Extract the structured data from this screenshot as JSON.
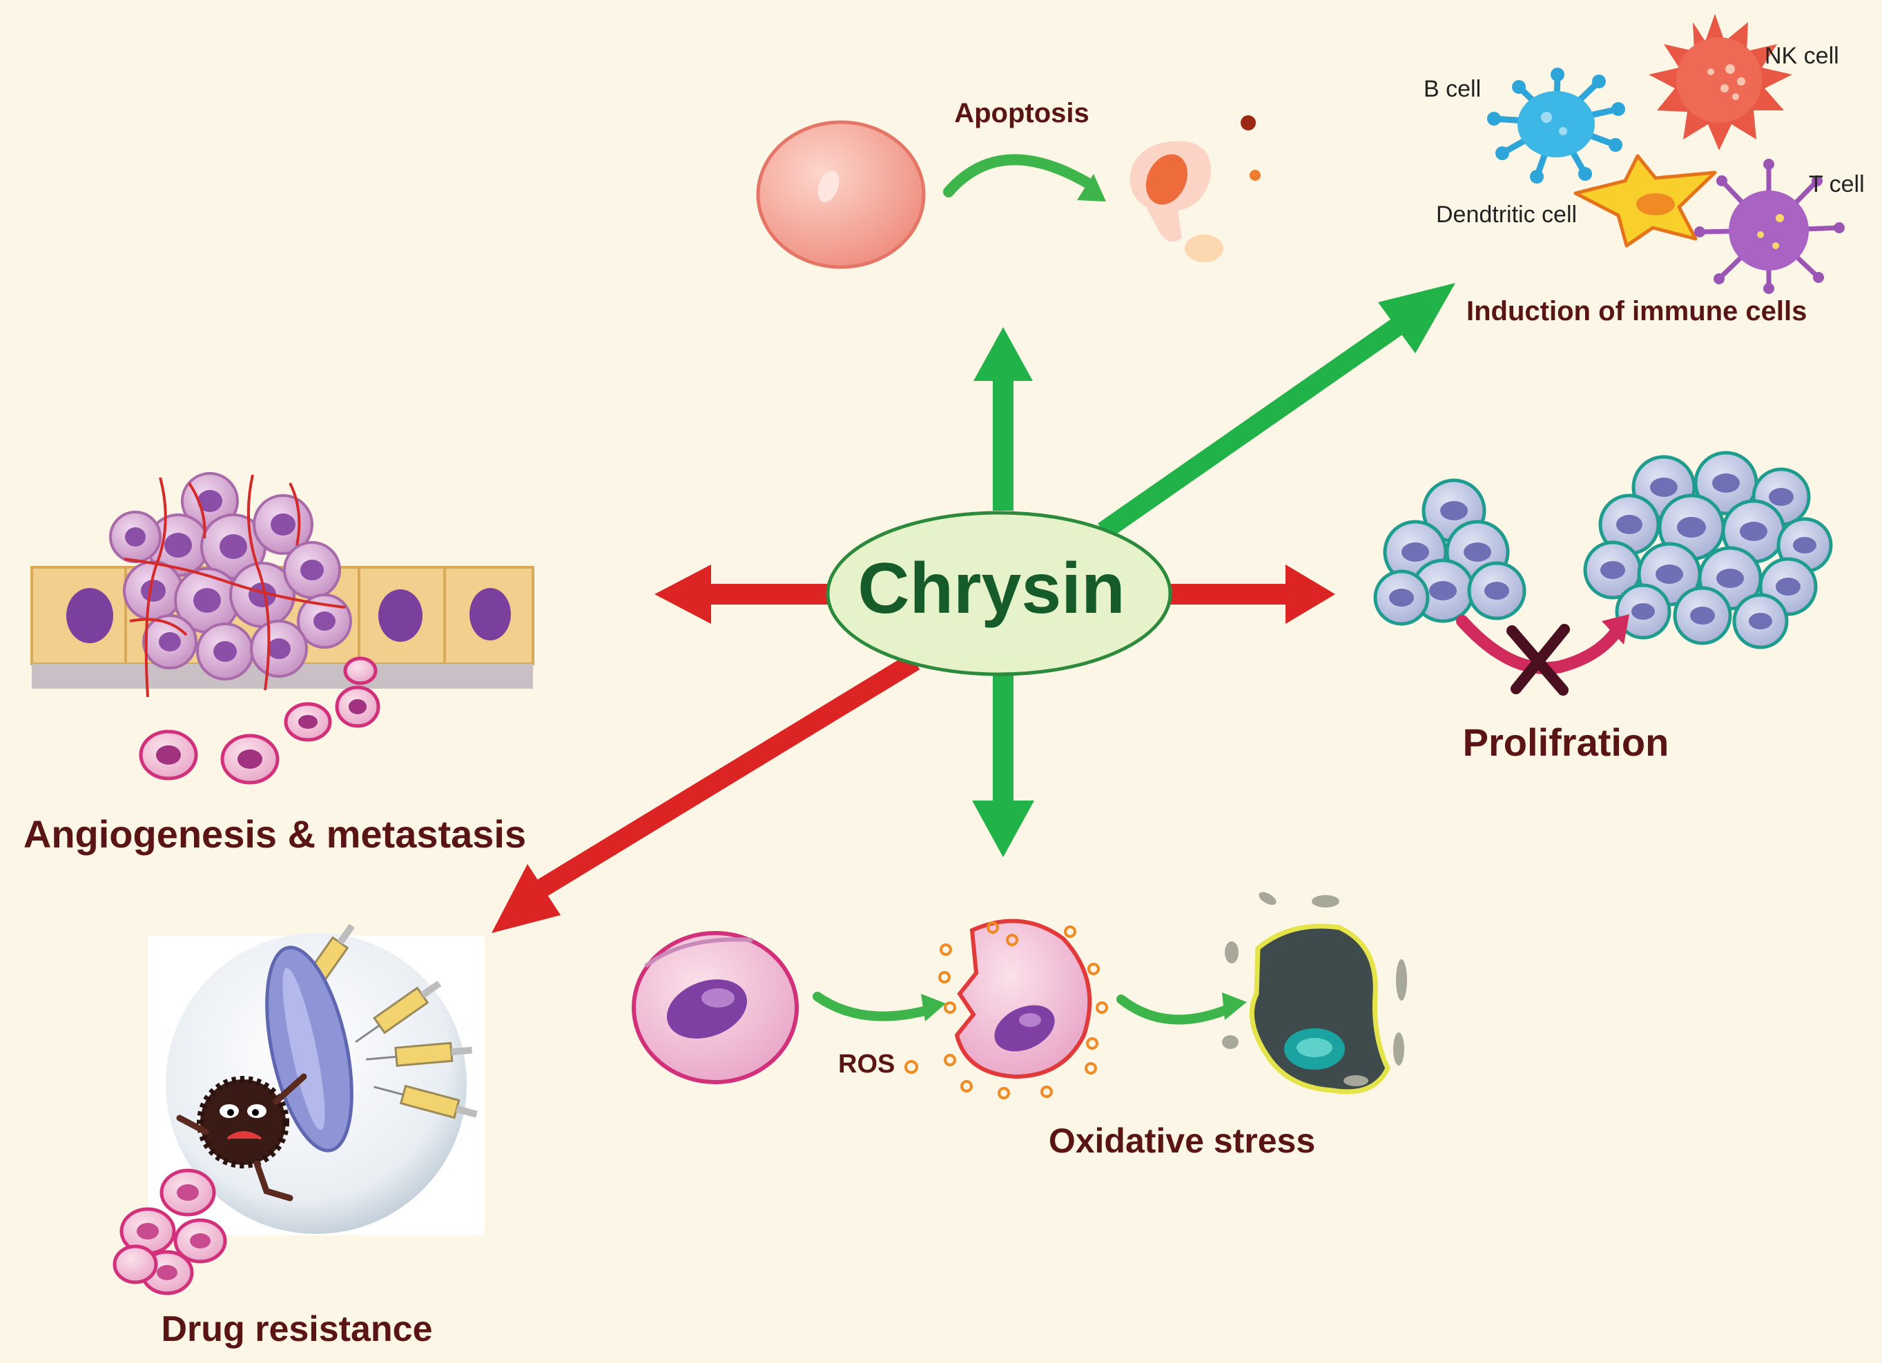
{
  "center": {
    "label": "Chrysin"
  },
  "effects": {
    "apoptosis": {
      "label": "Apoptosis",
      "direction": "promotes"
    },
    "immune": {
      "label": "Induction of immune cells",
      "direction": "promotes",
      "cells": {
        "b": "B cell",
        "nk": "NK cell",
        "dendritic": "Dendtritic cell",
        "t": "T cell"
      }
    },
    "proliferation": {
      "label": "Prolifration",
      "direction": "inhibits"
    },
    "oxidative": {
      "label": "Oxidative stress",
      "direction": "promotes",
      "ros": "ROS"
    },
    "angiogenesis": {
      "label": "Angiogenesis & metastasis",
      "direction": "inhibits"
    },
    "drug": {
      "label": "Drug resistance",
      "direction": "inhibits"
    }
  },
  "colors": {
    "promote_arrow": "#22b24a",
    "inhibit_arrow": "#dd2424",
    "label": "#5a1414",
    "center_fill": "#e6f2c9",
    "center_text": "#165c2a"
  }
}
